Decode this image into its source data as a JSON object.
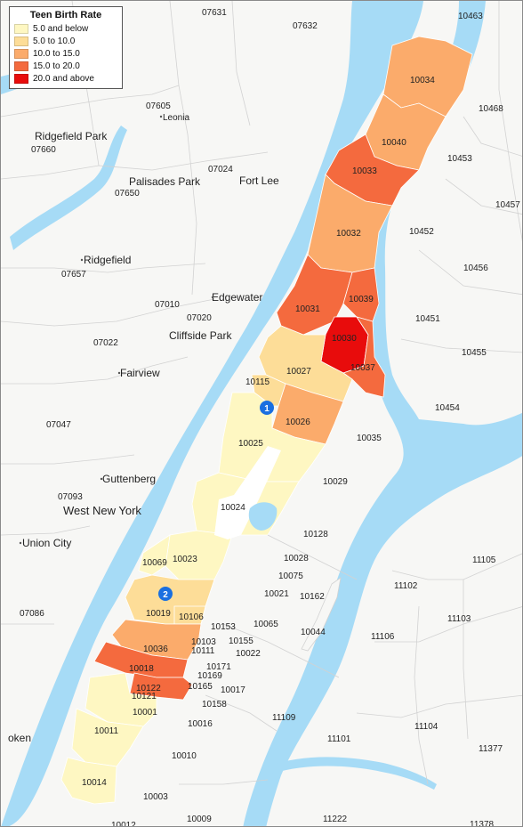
{
  "legend": {
    "title": "Teen Birth Rate",
    "items": [
      {
        "label": "5.0 and below",
        "color": "#fef7c2"
      },
      {
        "label": "5.0 to 10.0",
        "color": "#fddd98"
      },
      {
        "label": "10.0 to 15.0",
        "color": "#fbab6b"
      },
      {
        "label": "15.0 to 20.0",
        "color": "#f46a3e"
      },
      {
        "label": "20.0 and above",
        "color": "#e80c0c"
      }
    ]
  },
  "colors": {
    "water": "#a6dbf6",
    "land": "#f7f7f5",
    "boundary": "#d2d2d2",
    "marker": "#1a6fe0"
  },
  "markers": [
    "1",
    "2"
  ],
  "manhattan_zips": [
    {
      "zip": "10034",
      "bin": "10.0 to 15.0"
    },
    {
      "zip": "10040",
      "bin": "10.0 to 15.0"
    },
    {
      "zip": "10033",
      "bin": "15.0 to 20.0"
    },
    {
      "zip": "10032",
      "bin": "10.0 to 15.0"
    },
    {
      "zip": "10031",
      "bin": "15.0 to 20.0"
    },
    {
      "zip": "10039",
      "bin": "15.0 to 20.0"
    },
    {
      "zip": "10030",
      "bin": "20.0 and above"
    },
    {
      "zip": "10037",
      "bin": "15.0 to 20.0"
    },
    {
      "zip": "10027",
      "bin": "5.0 to 10.0"
    },
    {
      "zip": "10026",
      "bin": "10.0 to 15.0"
    },
    {
      "zip": "10115",
      "bin": "5.0 to 10.0"
    },
    {
      "zip": "10025",
      "bin": "5.0 and below"
    },
    {
      "zip": "10024",
      "bin": "5.0 and below"
    },
    {
      "zip": "10023",
      "bin": "5.0 and below"
    },
    {
      "zip": "10069",
      "bin": "5.0 and below"
    },
    {
      "zip": "10019",
      "bin": "5.0 to 10.0"
    },
    {
      "zip": "10106",
      "bin": "5.0 to 10.0"
    },
    {
      "zip": "10036",
      "bin": "10.0 to 15.0"
    },
    {
      "zip": "10018",
      "bin": "15.0 to 20.0"
    },
    {
      "zip": "10122",
      "bin": "15.0 to 20.0"
    },
    {
      "zip": "10001",
      "bin": "5.0 and below"
    },
    {
      "zip": "10011",
      "bin": "5.0 and below"
    },
    {
      "zip": "10014",
      "bin": "5.0 and below"
    }
  ],
  "labels": {
    "zips": [
      "07631",
      "07632",
      "10463",
      "07605",
      "10468",
      "07660",
      "10034",
      "10040",
      "10453",
      "10033",
      "07024",
      "07650",
      "10457",
      "10452",
      "10032",
      "07657",
      "10456",
      "10039",
      "07010",
      "07020",
      "10031",
      "10451",
      "10030",
      "07022",
      "10455",
      "10037",
      "10027",
      "10115",
      "10454",
      "10026",
      "07047",
      "10035",
      "10025",
      "10029",
      "07093",
      "10024",
      "10128",
      "10069",
      "10023",
      "10028",
      "10075",
      "11105",
      "10021",
      "10162",
      "11102",
      "10019",
      "10106",
      "10153",
      "10065",
      "11103",
      "07086",
      "10103",
      "10155",
      "10044",
      "11106",
      "10036",
      "10111",
      "10022",
      "10018",
      "10171",
      "10169",
      "10122",
      "10165",
      "10017",
      "10121",
      "10158",
      "10001",
      "11109",
      "10016",
      "11104",
      "10011",
      "11101",
      "11377",
      "10010",
      "10014",
      "10003",
      "10012",
      "10009",
      "11222",
      "11378"
    ],
    "places": [
      "Leonia",
      "Ridgefield Park",
      "Palisades Park",
      "Fort Lee",
      "Ridgefield",
      "Edgewater",
      "Cliffside Park",
      "Fairview",
      "Guttenberg",
      "West New York",
      "Union City",
      "oken"
    ]
  }
}
